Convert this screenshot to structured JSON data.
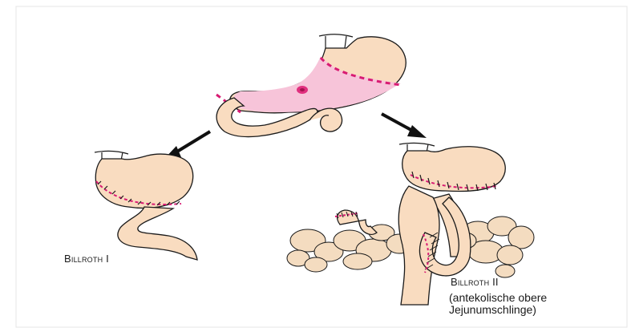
{
  "labels": {
    "billroth_1": "Billroth I",
    "billroth_2": "Billroth II",
    "billroth_2_line1": "(antekolische obere",
    "billroth_2_line2": "Jejunumschlinge)"
  },
  "colors": {
    "tissue": "#f9dcc0",
    "resection": "#f7c4d9",
    "suture": "#d81b73",
    "outline": "#1a1a1a",
    "lesion": "#e0307f"
  }
}
